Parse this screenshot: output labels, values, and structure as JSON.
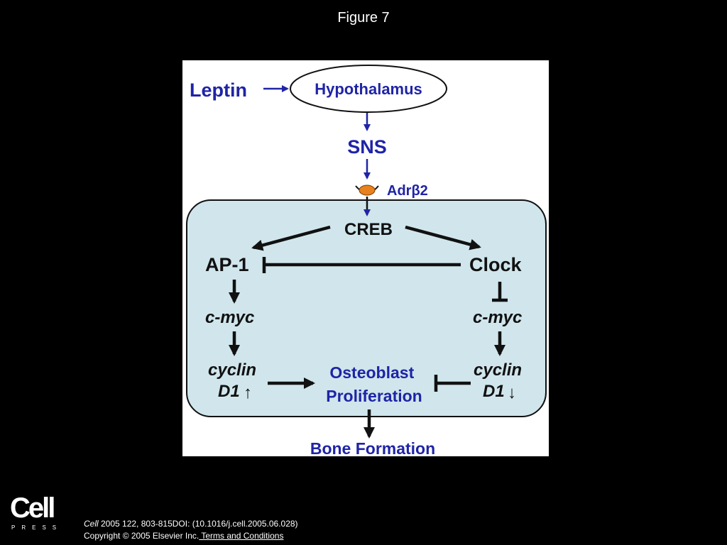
{
  "slide": {
    "title": "Figure 7"
  },
  "diagram": {
    "nodes": {
      "leptin": "Leptin",
      "hypothalamus": "Hypothalamus",
      "sns": "SNS",
      "receptor": "Adrβ2",
      "creb": "CREB",
      "ap1": "AP-1",
      "clock": "Clock",
      "cmyc_left": "c-myc",
      "cmyc_right": "c-myc",
      "cyclin_left_1": "cyclin",
      "cyclin_left_2": "D1",
      "cyclin_left_dir": "↑",
      "cyclin_right_1": "cyclin",
      "cyclin_right_2": "D1",
      "cyclin_right_dir": "↓",
      "osteo_1": "Osteoblast",
      "osteo_2": "Proliferation",
      "bone": "Bone Formation"
    },
    "edges": [
      {
        "from": "Leptin",
        "to": "Hypothalamus",
        "type": "activates"
      },
      {
        "from": "Hypothalamus",
        "to": "SNS",
        "type": "activates"
      },
      {
        "from": "SNS",
        "to": "Adrβ2",
        "type": "activates"
      },
      {
        "from": "Adrβ2",
        "to": "CREB",
        "type": "activates"
      },
      {
        "from": "CREB",
        "to": "AP-1",
        "type": "activates"
      },
      {
        "from": "CREB",
        "to": "Clock",
        "type": "activates"
      },
      {
        "from": "Clock",
        "to": "AP-1",
        "type": "inhibits"
      },
      {
        "from": "AP-1",
        "to": "c-myc (left)",
        "type": "activates"
      },
      {
        "from": "Clock",
        "to": "c-myc (right)",
        "type": "inhibits"
      },
      {
        "from": "c-myc (left)",
        "to": "cyclin D1 (left)",
        "type": "activates"
      },
      {
        "from": "c-myc (right)",
        "to": "cyclin D1 (right)",
        "type": "activates"
      },
      {
        "from": "cyclin D1 (left)",
        "to": "Osteoblast Proliferation",
        "type": "activates"
      },
      {
        "from": "cyclin D1 (right)",
        "to": "Osteoblast Proliferation",
        "type": "inhibits"
      },
      {
        "from": "Osteoblast Proliferation",
        "to": "Bone Formation",
        "type": "activates"
      }
    ],
    "colors": {
      "blue_text": "#1f24a6",
      "black_text": "#111111",
      "cell_fill": "#d0e6ec",
      "receptor": "#e8821e"
    }
  },
  "footer": {
    "logo_word": "Cell",
    "logo_sub": "PRESS",
    "journal": "Cell",
    "citation": " 2005 122, 803-815DOI: (10.1016/j.cell.2005.06.028)",
    "copyright": "Copyright © 2005 Elsevier Inc.",
    "terms_link": " Terms and Conditions"
  }
}
